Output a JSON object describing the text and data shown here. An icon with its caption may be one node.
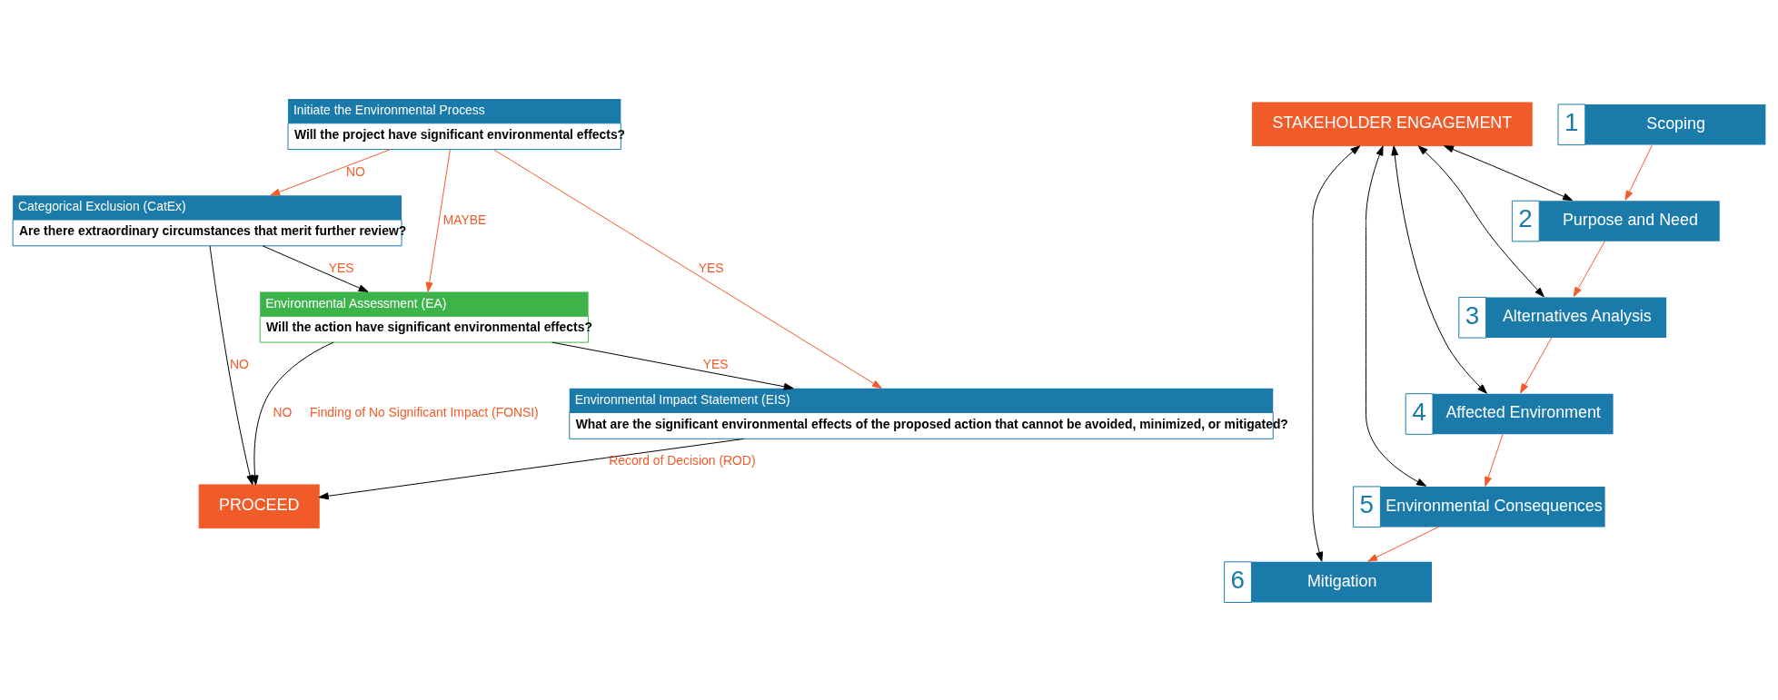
{
  "diagram": {
    "nodes": [
      {
        "text": [
          "Initiate the Environmental Process",
          "Will the project have significant environmental effects?"
        ]
      },
      {
        "text": [
          "Categorical Exclusion (CatEx)",
          "Are there extraordinary circumstances that merit further review?"
        ]
      },
      {
        "text": [
          "Environmental Assessment (EA)",
          "Will the action have significant environmental effects?"
        ]
      },
      {
        "text": [
          "Environmental Impact Statement (EIS)",
          "What are the significant environmental effects of the proposed action that cannot be avoided, minimized, or mitigated?"
        ]
      },
      {
        "text": [
          "PROCEED"
        ]
      },
      {
        "text": [
          "STAKEHOLDER ENGAGEMENT"
        ]
      },
      {
        "text": [
          "1",
          "Scoping"
        ]
      },
      {
        "text": [
          "2",
          "Purpose and Need"
        ]
      },
      {
        "text": [
          "3",
          "Alternatives Analysis"
        ]
      },
      {
        "text": [
          "4",
          "Affected Environment"
        ]
      },
      {
        "text": [
          "5",
          "Environmental Consequences"
        ]
      },
      {
        "text": [
          "6",
          "Mitigation"
        ]
      }
    ],
    "edges": [
      {
        "from": 0,
        "to": 3,
        "arrow": "to",
        "label": "YES",
        "color": "#f15a29"
      },
      {
        "from": 0,
        "to": 2,
        "arrow": "to",
        "label": "MAYBE",
        "color": "#f15a29"
      },
      {
        "from": 0,
        "to": 1,
        "arrow": "to",
        "label": "NO",
        "color": "#f15a29"
      },
      {
        "from": 1,
        "to": 4,
        "arrow": "to",
        "label": "NO"
      },
      {
        "from": 1,
        "to": 2,
        "arrow": "to",
        "label": "YES"
      },
      {
        "from": 2,
        "to": 4,
        "arrow": "to",
        "label": "NO"
      },
      {
        "from": 2,
        "to": 3,
        "arrow": "to",
        "label": "YES"
      },
      {
        "from": 3,
        "to": 4,
        "arrow": "to",
        "label": "Record of Decision (ROD)"
      },
      {
        "from": 6,
        "to": 7,
        "arrow": "to",
        "color": "#f15a29"
      },
      {
        "from": 7,
        "to": 8,
        "arrow": "to",
        "color": "#f15a29"
      },
      {
        "from": 8,
        "to": 9,
        "arrow": "to",
        "color": "#f15a29"
      },
      {
        "from": 9,
        "to": 10,
        "arrow": "to",
        "color": "#f15a29"
      },
      {
        "from": 10,
        "to": 11,
        "arrow": "to",
        "color": "#f15a29"
      },
      {
        "from": 5,
        "to": 7,
        "arrow": "both"
      },
      {
        "from": 5,
        "to": 8,
        "arrow": "both"
      },
      {
        "from": 5,
        "to": 9,
        "arrow": "both"
      },
      {
        "from": 5,
        "to": 10,
        "arrow": "both"
      },
      {
        "from": 5,
        "to": 11,
        "arrow": "both"
      }
    ],
    "labels": [
      "Finding of No Significant Impact (FONSI)"
    ]
  }
}
